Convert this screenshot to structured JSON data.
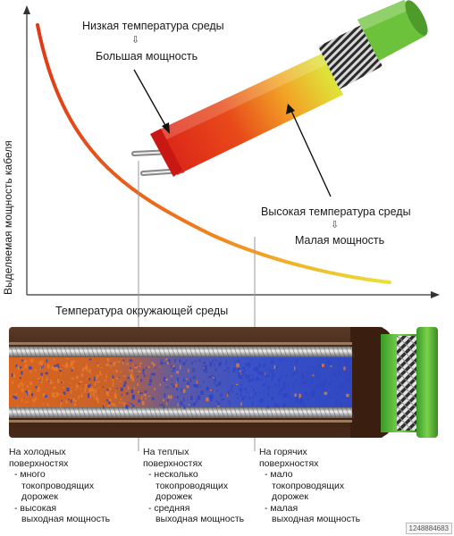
{
  "axes": {
    "y_label": "Выделяемая мощность кабеля",
    "x_label": "Температура окружающей среды"
  },
  "callouts": {
    "low_temp": "Низкая температура среды",
    "high_power": "Большая мощность",
    "high_temp": "Высокая температура среды",
    "low_power": "Малая мощность",
    "arrow_glyph": "⇩"
  },
  "zones": [
    {
      "title_1": "На холодных",
      "title_2": "поверхностях",
      "line_1": "- много",
      "line_2": "токопроводящих",
      "line_3": "дорожек",
      "line_4": "- высокая",
      "line_5": "выходная мощность"
    },
    {
      "title_1": "На теплых",
      "title_2": "поверхностях",
      "line_1": "- несколько",
      "line_2": "токопроводящих",
      "line_3": "дорожек",
      "line_4": "- средняя",
      "line_5": "выходная мощность"
    },
    {
      "title_1": "На горячих",
      "title_2": "поверхностях",
      "line_1": "- мало",
      "line_2": "токопроводящих",
      "line_3": "дорожек",
      "line_4": "- малая",
      "line_5": "выходная мощность"
    }
  ],
  "watermark": "1248884683",
  "colors": {
    "curve_start": "#e0401a",
    "curve_mid": "#f08a1c",
    "curve_end": "#e8e23a",
    "cable_green": "#6cc23a",
    "cable_red": "#e0201a",
    "core_orange": "#d8641e",
    "core_blue": "#3a52c8",
    "jacket_brown": "#3a1e10"
  }
}
